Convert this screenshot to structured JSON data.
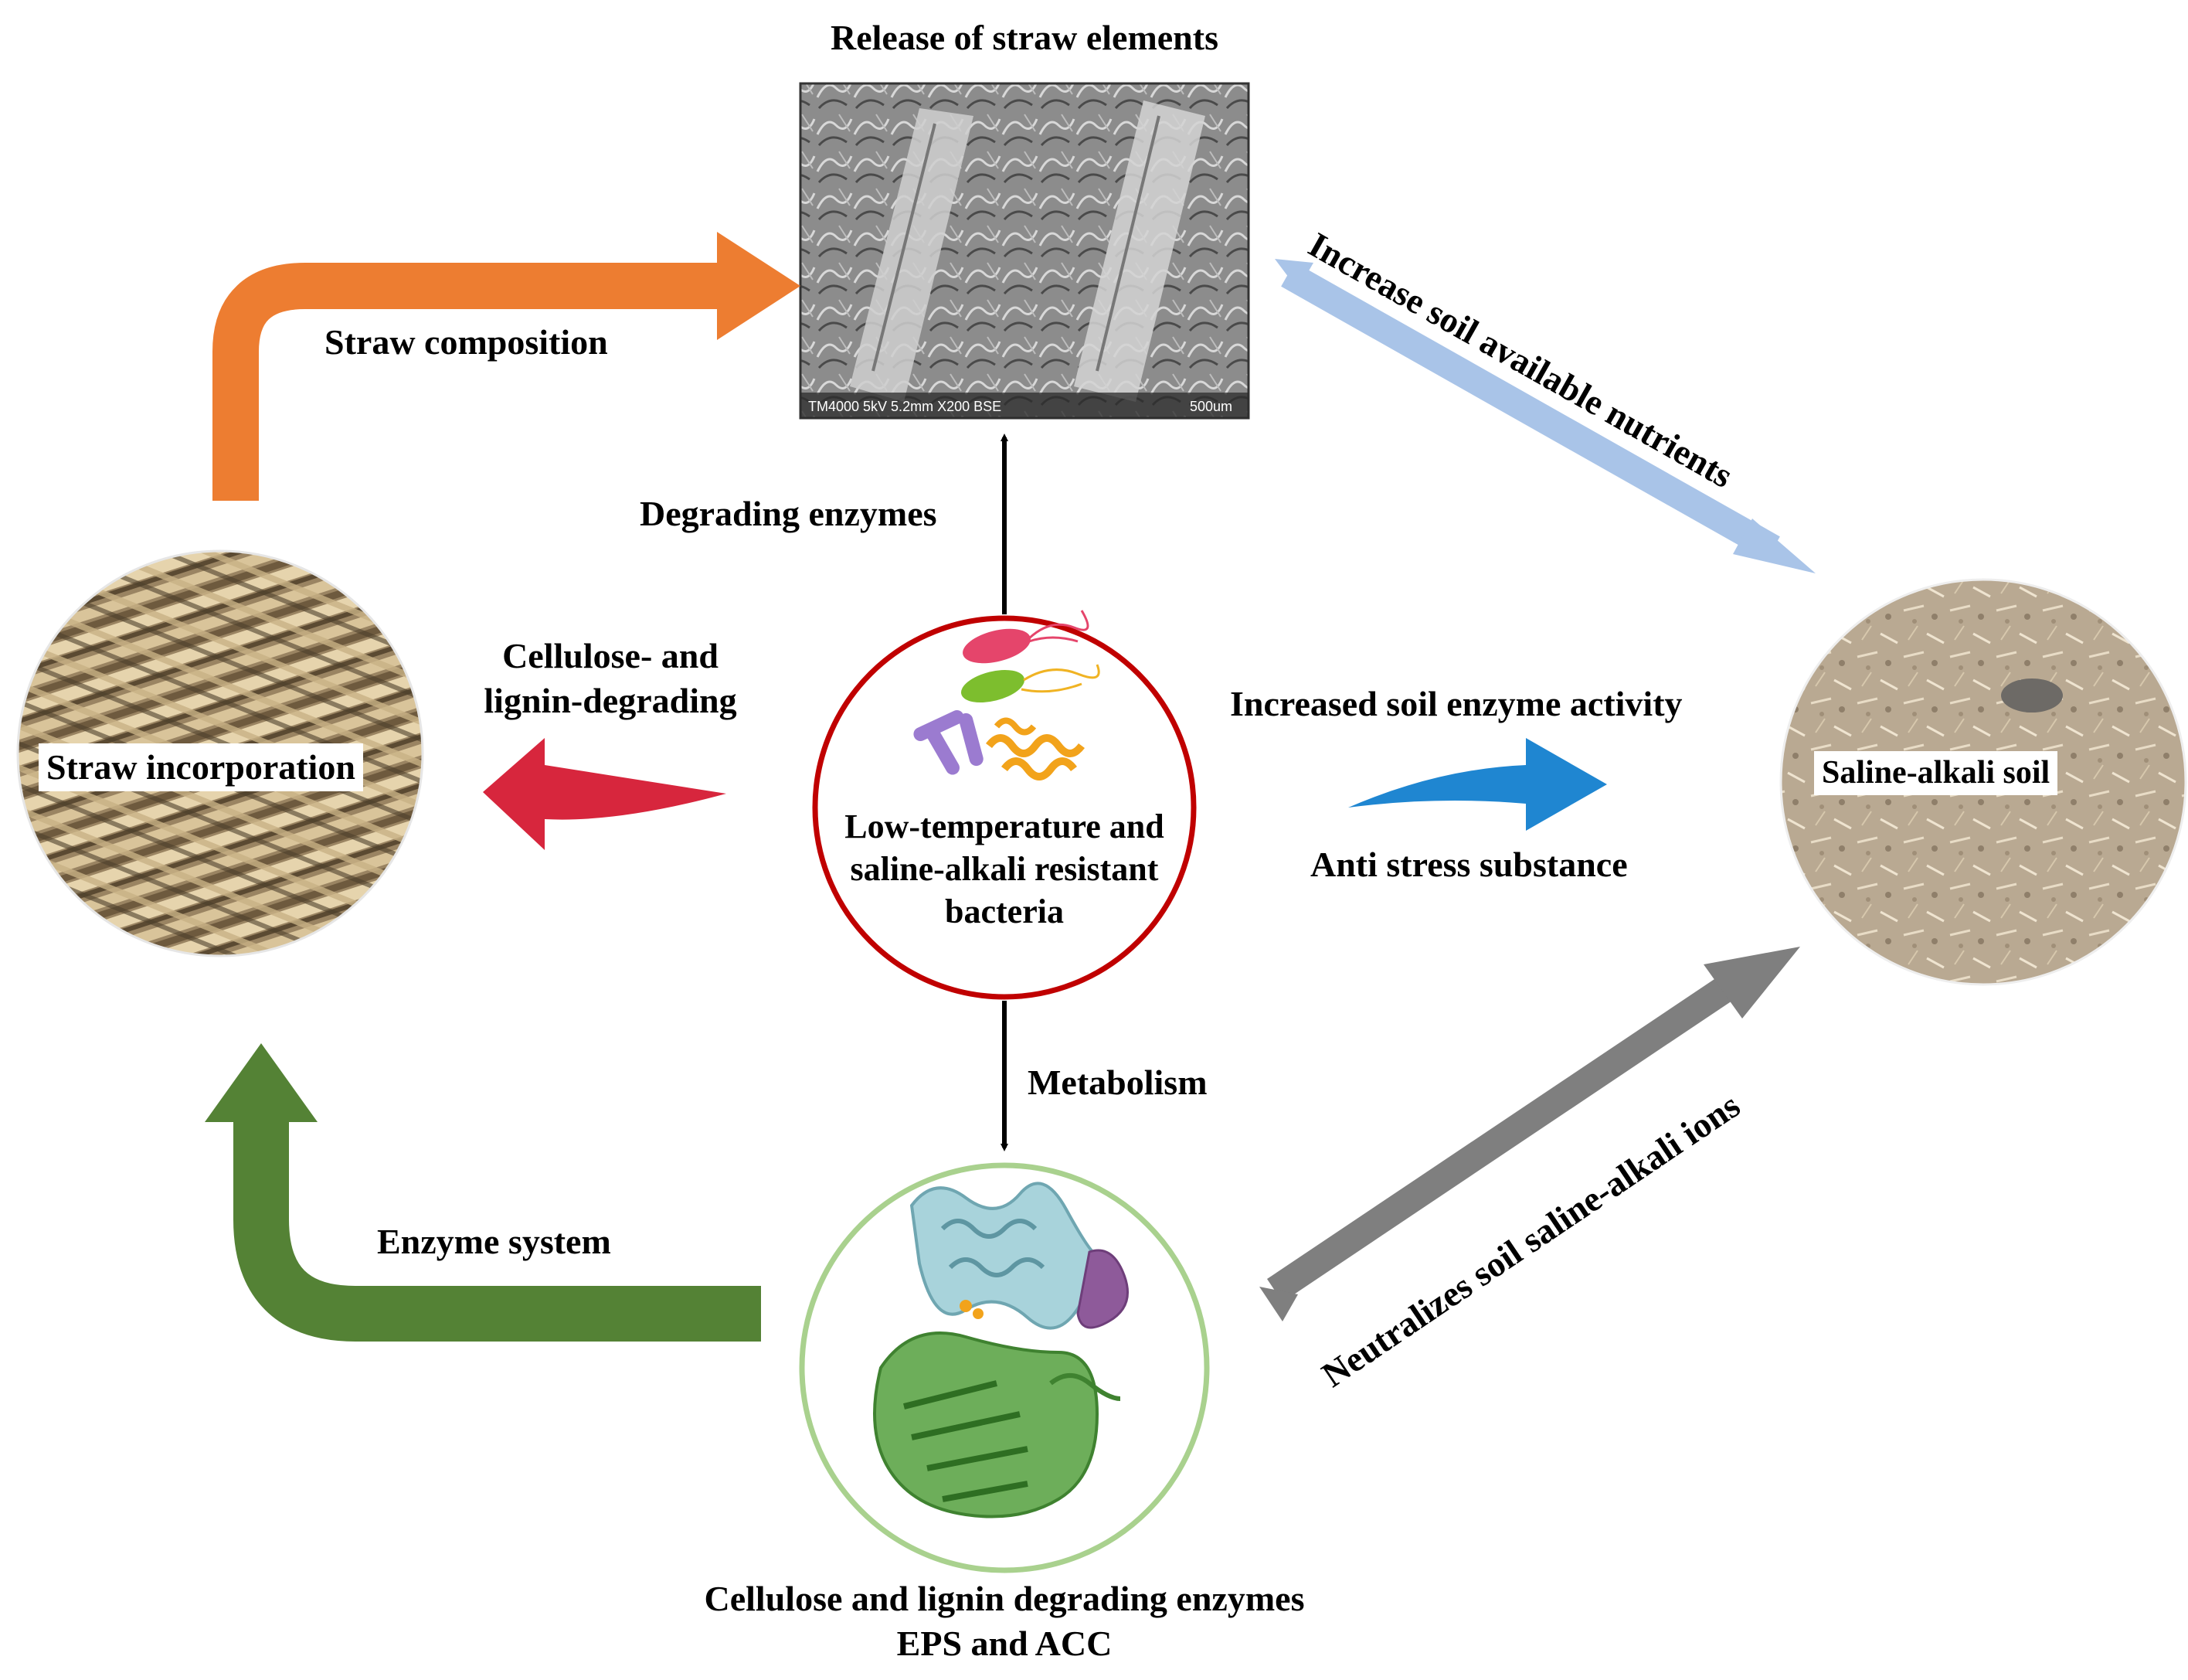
{
  "nodes": {
    "top_title": "Release of straw elements",
    "sem_caption_left": "TM4000 5kV 5.2mm X200 BSE",
    "sem_caption_right": "500um",
    "left_circle": "Straw incorporation",
    "right_circle": "Saline-alkali soil",
    "center_line1": "Low-temperature and",
    "center_line2": "saline-alkali resistant",
    "center_line3": "bacteria",
    "bottom_line1": "Cellulose and lignin degrading enzymes",
    "bottom_line2": "EPS and ACC"
  },
  "arrows": {
    "straw_composition": "Straw composition",
    "degrading_enzymes": "Degrading enzymes",
    "cellulose_line1": "Cellulose- and",
    "cellulose_line2": "lignin-degrading",
    "metabolism": "Metabolism",
    "enzyme_system": "Enzyme system",
    "increased_enzyme": "Increased soil enzyme activity",
    "anti_stress": "Anti stress substance",
    "increase_nutrients": "Increase soil available nutrients",
    "neutralizes": "Neutralizes soil saline-alkali ions"
  },
  "colors": {
    "orange_arrow": "#ED7D31",
    "green_arrow": "#548235",
    "red_arrow": "#D7263D",
    "blue_arrow": "#1F86D1",
    "light_blue_arrow": "#A9C4E8",
    "gray_arrow": "#7F7F7F",
    "center_ring": "#C00000",
    "bottom_ring": "#A9D18E"
  }
}
